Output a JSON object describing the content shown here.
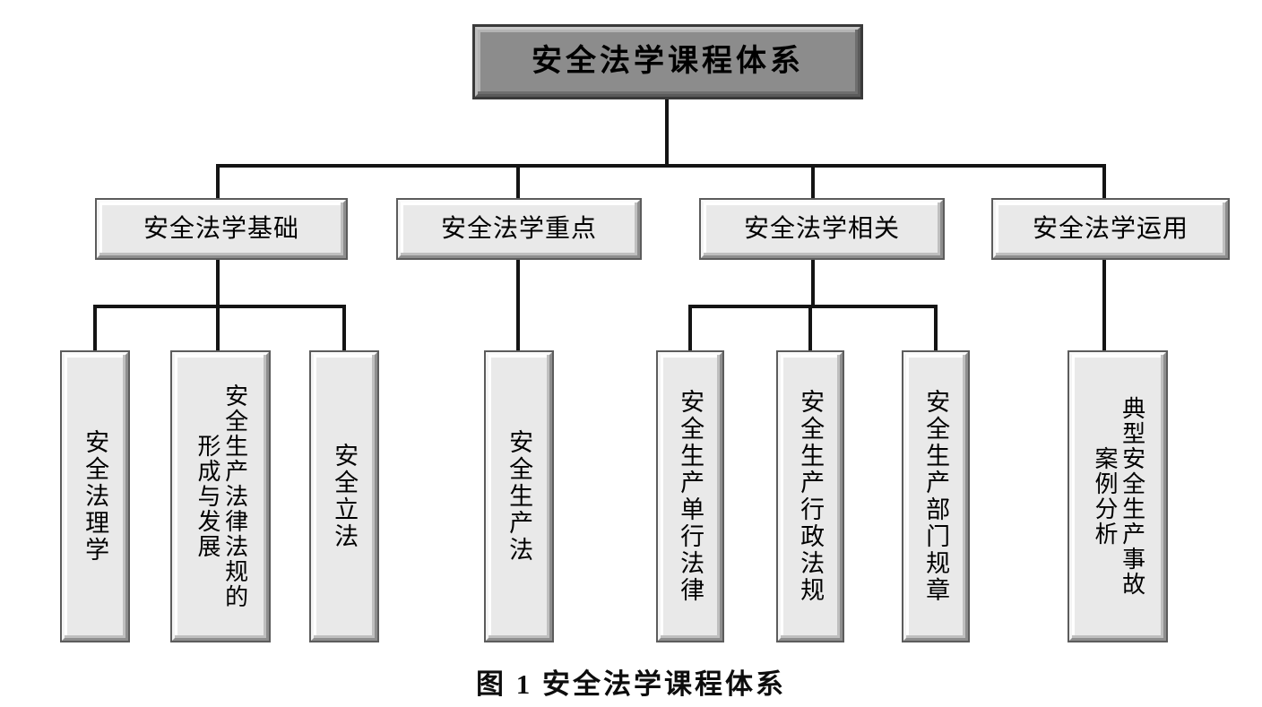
{
  "figure": {
    "caption": "图 1  安全法学课程体系",
    "root": {
      "label": "安全法学课程体系"
    },
    "branches": [
      {
        "label": "安全法学基础",
        "leaves": [
          {
            "text": "安全法理学",
            "columns": [
              "安全法理学"
            ]
          },
          {
            "text": "安全生产法律法规的形成与发展",
            "columns": [
              "安全生产法律法规的",
              "形成与发展"
            ]
          },
          {
            "text": "安全立法",
            "columns": [
              "安全立法"
            ]
          }
        ]
      },
      {
        "label": "安全法学重点",
        "leaves": [
          {
            "text": "安全生产法",
            "columns": [
              "安全生产法"
            ]
          }
        ]
      },
      {
        "label": "安全法学相关",
        "leaves": [
          {
            "text": "安全生产单行法律",
            "columns": [
              "安全生产单行法律"
            ]
          },
          {
            "text": "安全生产行政法规",
            "columns": [
              "安全生产行政法规"
            ]
          },
          {
            "text": "安全生产部门规章",
            "columns": [
              "安全生产部门规章"
            ]
          }
        ]
      },
      {
        "label": "安全法学运用",
        "leaves": [
          {
            "text": "典型安全生产事故案例分析",
            "columns": [
              "典型安全生产事故",
              "案例分析"
            ]
          }
        ]
      }
    ]
  },
  "colors": {
    "root_fill": "#8c8c8c",
    "node_fill": "#e9e9e9",
    "line": "#141414",
    "text": "#000000",
    "background": "#ffffff"
  }
}
